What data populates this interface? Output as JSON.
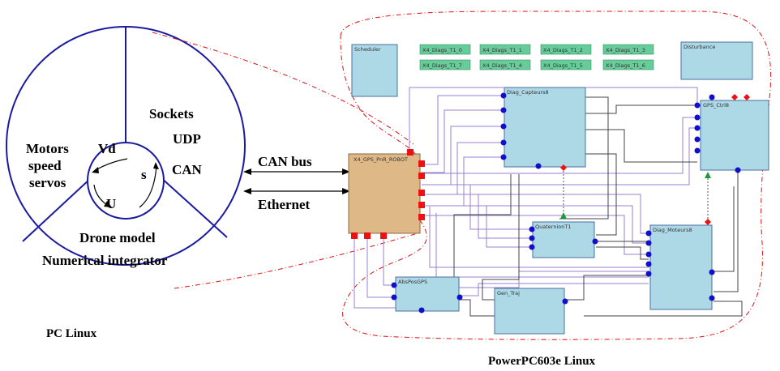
{
  "pc": {
    "circle_labels": {
      "motors": "Motors",
      "speed": "speed",
      "servos": "servos",
      "sockets": "Sockets",
      "udp": "UDP",
      "can": "CAN",
      "drone_model": "Drone model",
      "integrator": "Numerical integrator",
      "vd": "Vd",
      "u": "U",
      "s": "s"
    },
    "title": "PC Linux"
  },
  "links": {
    "can_bus": "CAN bus",
    "ethernet": "Ethernet"
  },
  "ppc": {
    "title": "PowerPC603e Linux",
    "robot_block": "X4_GPS_PnR_ROBOT",
    "blocks": {
      "scheduler": "Scheduler",
      "disturbance": "Disturbance",
      "diag_capteurs": "Diag_Capteurs8",
      "gps_ctrl": "GPS_Ctrl8",
      "quaternion": "QuaternionT1",
      "diag_moteurs": "Diag_Moteurs8",
      "abspos": "AbsPosGPS",
      "gen_traj": "Gen_Traj"
    },
    "diag_tags": [
      "X4_Diags_T1_0",
      "X4_Diags_T1_1",
      "X4_Diags_T1_2",
      "X4_Diags_T1_3",
      "X4_Diags_T1_7",
      "X4_Diags_T1_4",
      "X4_Diags_T1_5",
      "X4_Diags_T1_6"
    ]
  },
  "colors": {
    "block_fill": "#add8e6",
    "robot_fill": "#deb887",
    "tag_fill": "#66cc99",
    "port_blue": "#1010cc",
    "port_red": "#ee1111",
    "wire_purple": "#9a7fd1",
    "dash_red": "#dd1111"
  }
}
